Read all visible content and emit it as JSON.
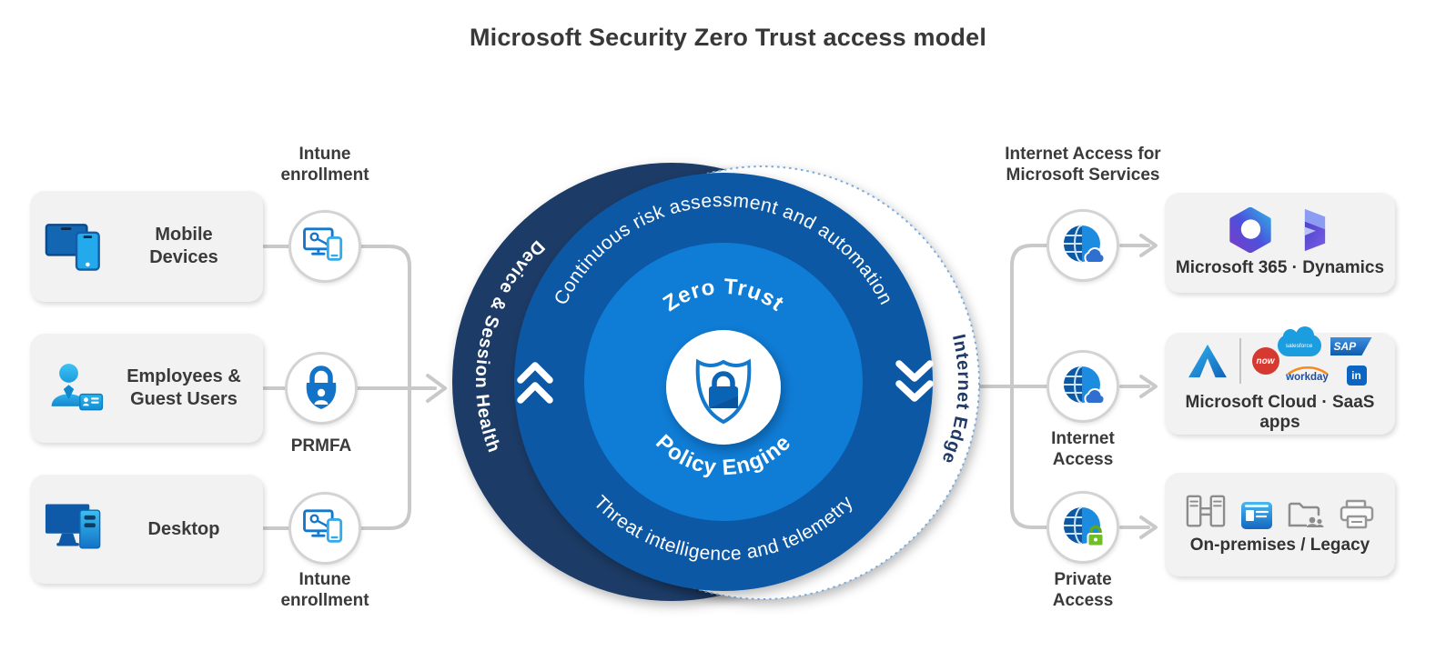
{
  "title": "Microsoft Security Zero Trust access model",
  "left": {
    "sources": [
      {
        "label": "Mobile Devices"
      },
      {
        "label": "Employees & Guest Users"
      },
      {
        "label": "Desktop"
      }
    ],
    "gates": [
      {
        "label": "Intune enrollment"
      },
      {
        "label": "PRMFA"
      },
      {
        "label": "Intune enrollment"
      }
    ]
  },
  "center": {
    "outer_ring_left": "Device & Session Health",
    "outer_ring_right": "Internet Edge",
    "mid_ring_top": "Continuous risk assessment and automation",
    "mid_ring_bottom": "Threat intelligence and telemetry",
    "core_top": "Zero Trust",
    "core_bottom": "Policy Engine"
  },
  "right": {
    "channels": [
      {
        "label": "Internet Access for Microsoft Services"
      },
      {
        "label": "Internet Access"
      },
      {
        "label": "Private Access"
      }
    ],
    "destinations": [
      {
        "label": "Microsoft 365 · Dynamics"
      },
      {
        "label": "Microsoft Cloud · SaaS apps",
        "logos": {
          "servicenow": "now",
          "salesforce": "salesforce",
          "sap": "SAP",
          "workday": "workday",
          "linkedin": "in"
        }
      },
      {
        "label": "On-premises / Legacy"
      }
    ]
  },
  "colors": {
    "ring_dark": "#1F3A66",
    "ring_mid": "#0B59A5",
    "core_blue": "#0F7CD6",
    "edge_dash": "#78ABDE",
    "connector_gray": "#C9C9C9",
    "box_bg": "#F2F2F2",
    "text_dark": "#3A3A3A"
  }
}
